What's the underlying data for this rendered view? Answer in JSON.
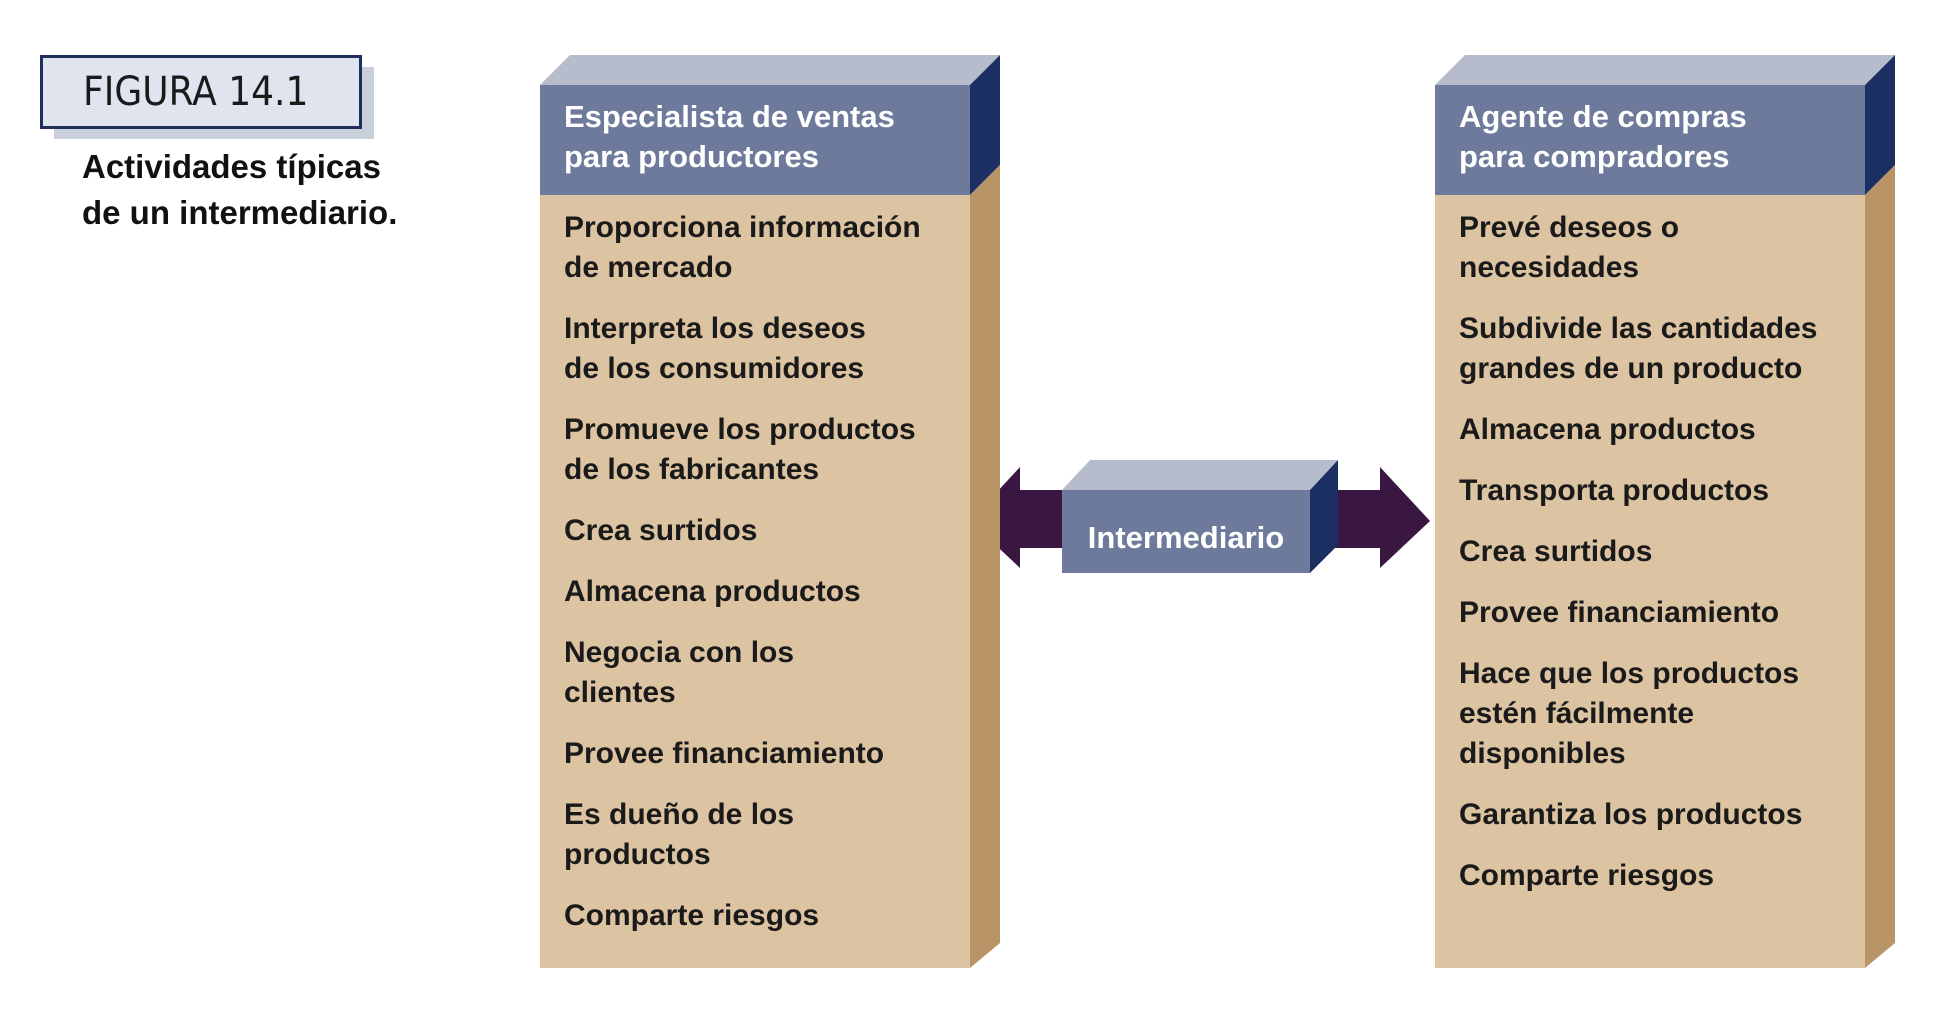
{
  "figure": {
    "label": "FIGURA 14.1",
    "caption_lines": [
      "Actividades típicas",
      "de un intermediario."
    ]
  },
  "left_column": {
    "title_lines": [
      "Especialista de ventas",
      "para productores"
    ],
    "items": [
      [
        "Proporciona información",
        "de mercado"
      ],
      [
        "Interpreta los deseos",
        "de los consumidores"
      ],
      [
        "Promueve los productos",
        "de los fabricantes"
      ],
      [
        "Crea surtidos"
      ],
      [
        "Almacena productos"
      ],
      [
        "Negocia con los",
        "clientes"
      ],
      [
        "Provee financiamiento"
      ],
      [
        "Es dueño de los",
        "productos"
      ],
      [
        "Comparte riesgos"
      ]
    ]
  },
  "right_column": {
    "title_lines": [
      "Agente de compras",
      "para compradores"
    ],
    "items": [
      [
        "Prevé deseos o",
        "necesidades"
      ],
      [
        "Subdivide las cantidades",
        "grandes de un producto"
      ],
      [
        "Almacena productos"
      ],
      [
        "Transporta productos"
      ],
      [
        "Crea surtidos"
      ],
      [
        "Provee financiamiento"
      ],
      [
        "Hace que los productos",
        "estén fácilmente",
        "disponibles"
      ],
      [
        "Garantiza los productos"
      ],
      [
        "Comparte riesgos"
      ]
    ]
  },
  "center": {
    "label": "Intermediario"
  },
  "colors": {
    "header_blue": "#6e7a9c",
    "header_top": "#b6bccb",
    "side_navy": "#1c2f62",
    "body_tan": "#dcc4a2",
    "side_tan": "#b89466",
    "arrow_purple": "#3a1740"
  }
}
